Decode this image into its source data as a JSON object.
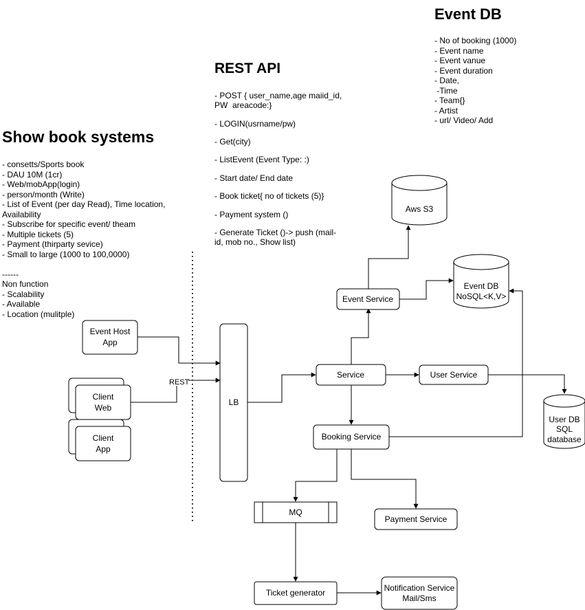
{
  "left_section": {
    "title": "Show book systems",
    "requirements": "- consetts/Sports book\n- DAU 10M (1cr)\n- Web/mobApp(login)\n- person/month (Write)\n- List of Event (per day Read), Time location,\nAvailability\n- Subscribe for specific event/ theam\n- Multiple tickets (5)\n- Payment (thirparty sevice)\n- Small to large (1000 to 100,0000)\n\n------\nNon function\n- Scalability\n- Available\n- Location (mulitple)"
  },
  "rest_api": {
    "title": "REST API",
    "items": [
      "- POST { user_name,age maiid_id,\nPW  areacode:}",
      "- LOGIN(usrname/pw)",
      "- Get(city)",
      "- ListEvent (Event Type: :)",
      "- Start date/ End date",
      "- Book ticket{ no of tickets (5)}",
      "- Payment system ()",
      "- Generate Ticket ()-> push (mail-\nid, mob no., Show list)"
    ]
  },
  "event_db_notes": {
    "title": "Event DB",
    "fields": "- No of booking (1000)\n- Event name\n- Event vanue\n- Event duration\n- Date,\n -Time\n- Team{}\n- Artist\n- url/ Video/ Add"
  },
  "diagram": {
    "event_host_app": [
      "Event Host",
      "App"
    ],
    "client_web": [
      "Client",
      "Web"
    ],
    "client_app": [
      "Client",
      "App"
    ],
    "rest_label": "REST",
    "lb": "LB",
    "service": "Service",
    "event_service": "Event Service",
    "user_service": "User Service",
    "booking_service": "Booking Service",
    "payment_service": "Payment Service",
    "mq": "MQ",
    "ticket_generator": "Ticket generator",
    "notification_service": [
      "Notification Service",
      "Mail/Sms"
    ],
    "aws_s3": "Aws S3",
    "event_db": [
      "Event DB",
      "NoSQL<K,V>"
    ],
    "user_db": [
      "User DB",
      "SQL",
      "database"
    ]
  }
}
